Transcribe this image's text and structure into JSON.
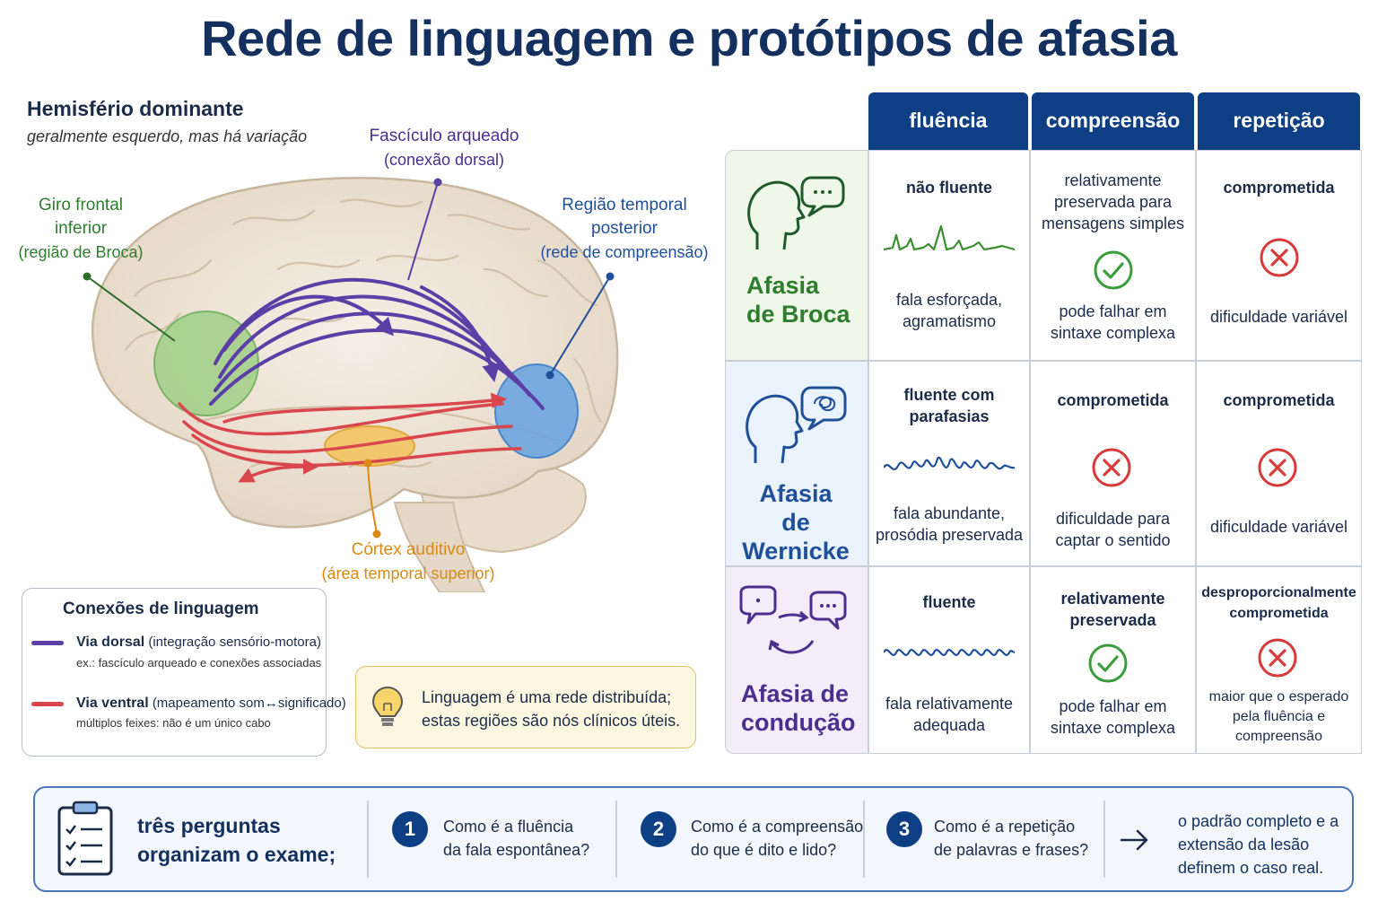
{
  "title": "Rede de linguagem e protótipos de afasia",
  "hemisphere": {
    "title": "Hemisfério dominante",
    "subtitle": "geralmente esquerdo, mas há variação"
  },
  "brain_labels": {
    "broca_l1": "Giro frontal",
    "broca_l2": "inferior",
    "broca_l3": "(região de Broca)",
    "arcuate_l1": "Fascículo arqueado",
    "arcuate_l2": "(conexão dorsal)",
    "temporal_l1": "Região temporal",
    "temporal_l2": "posterior",
    "temporal_l3": "(rede de compreensão)",
    "auditory_l1": "Córtex auditivo",
    "auditory_l2": "(área temporal superior)"
  },
  "legend": {
    "title": "Conexões de linguagem",
    "dorsal_name": "Via dorsal",
    "dorsal_desc": "(integração sensório-motora)",
    "dorsal_sub": "ex.: fascículo arqueado e conexões associadas",
    "ventral_name": "Via ventral",
    "ventral_desc": "(mapeamento som↔significado)",
    "ventral_sub": "múltiplos feixes: não é um único cabo"
  },
  "tip": {
    "line1": "Linguagem é uma rede distribuída;",
    "line2": "estas regiões são nós clínicos úteis."
  },
  "table": {
    "headers": [
      "fluência",
      "compreensão",
      "repetição"
    ],
    "rows": [
      {
        "name1": "Afasia",
        "name2": "de Broca",
        "fluency_top": "não fluente",
        "fluency_bottom1": "fala esforçada,",
        "fluency_bottom2": "agramatismo",
        "comp_top1": "relativamente",
        "comp_top2": "preservada para",
        "comp_top3": "mensagens simples",
        "comp_bottom1": "pode falhar em",
        "comp_bottom2": "sintaxe complexa",
        "rep_top": "comprometida",
        "rep_bottom": "dificuldade variável"
      },
      {
        "name1": "Afasia",
        "name2": "de Wernicke",
        "fluency_top1": "fluente com",
        "fluency_top2": "parafasias",
        "fluency_bottom1": "fala abundante,",
        "fluency_bottom2": "prosódia preservada",
        "comp_top": "comprometida",
        "comp_bottom1": "dificuldade para",
        "comp_bottom2": "captar o sentido",
        "rep_top": "comprometida",
        "rep_bottom": "dificuldade variável"
      },
      {
        "name1": "Afasia de",
        "name2": "condução",
        "fluency_top": "fluente",
        "fluency_bottom1": "fala relativamente",
        "fluency_bottom2": "adequada",
        "comp_top1": "relativamente",
        "comp_top2": "preservada",
        "comp_bottom1": "pode falhar em",
        "comp_bottom2": "sintaxe complexa",
        "rep_top1": "desproporcionalmente",
        "rep_top2": "comprometida",
        "rep_bottom1": "maior que o esperado",
        "rep_bottom2": "pela fluência e",
        "rep_bottom3": "compreensão"
      }
    ]
  },
  "bottom": {
    "intro1": "três perguntas",
    "intro2": "organizam o exame;",
    "q1_num": "1",
    "q1_l1": "Como é a fluência",
    "q1_l2": "da fala espontânea?",
    "q2_num": "2",
    "q2_l1": "Como é a compreensão",
    "q2_l2": "do que é dito e lido?",
    "q3_num": "3",
    "q3_l1": "Como é a repetição",
    "q3_l2": "de palavras e frases?",
    "final1": "o padrão completo e a",
    "final2": "extensão da lesão",
    "final3": "definem o caso real."
  },
  "colors": {
    "navy": "#0e3f84",
    "dorsal": "#5b3fa6",
    "ventral": "#d9474d",
    "broca": "#2f7d2f",
    "temporal": "#1f5fae",
    "auditory": "#d88a14",
    "check": "#3a9c3a",
    "cross": "#d63a3a"
  }
}
